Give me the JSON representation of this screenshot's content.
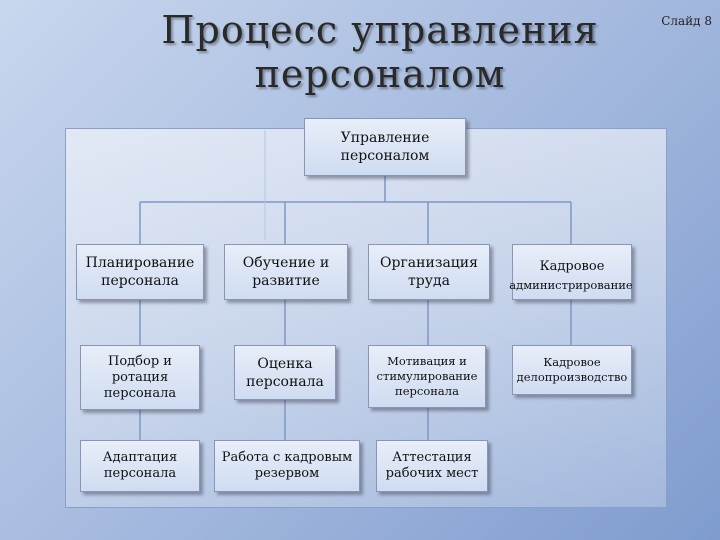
{
  "title": "Процесс управления\nперсоналом",
  "slide_number": "Слайд 8",
  "root": "Управление\nперсоналом",
  "columns": [
    {
      "head": "Планирование\nперсонала",
      "items": [
        "Подбор и\nротация\nперсонала",
        "Адаптация\nперсонала"
      ]
    },
    {
      "head": "Обучение и\nразвитие",
      "items": [
        "Оценка\nперсонала",
        "Работа с кадровым\nрезервом"
      ]
    },
    {
      "head": "Организация\nтруда",
      "items": [
        "Мотивация и\nстимулирование\nперсонала",
        "Аттестация\nрабочих мест"
      ]
    },
    {
      "head_top": "Кадровое",
      "head_bottom": "администрирование",
      "items": [
        "Кадровое\nделопроизводство"
      ]
    }
  ]
}
